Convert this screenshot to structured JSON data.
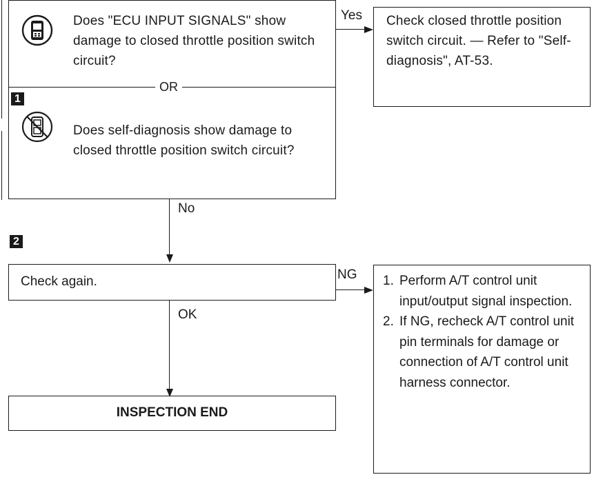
{
  "decision": {
    "question_ecu": "Does \"ECU INPUT SIGNALS\" show damage to closed throttle position switch circuit?",
    "or_label": "OR",
    "step_mark": "1",
    "question_self": "Does self-diagnosis show damage to closed throttle position switch circuit?"
  },
  "yes_branch": {
    "label": "Yes",
    "result": "Check closed throttle position switch circuit. — Refer to \"Self-diagnosis\", AT-53."
  },
  "no_branch": {
    "label": "No"
  },
  "check": {
    "step_mark": "2",
    "text": "Check again."
  },
  "ng_branch": {
    "label": "NG",
    "items": [
      {
        "num": "1.",
        "text": "Perform A/T control unit input/output signal inspection."
      },
      {
        "num": "2.",
        "text": "If NG, recheck A/T control unit pin terminals for damage or connection of A/T control unit harness connector."
      }
    ]
  },
  "ok_branch": {
    "label": "OK"
  },
  "end": {
    "text": "INSPECTION END"
  }
}
